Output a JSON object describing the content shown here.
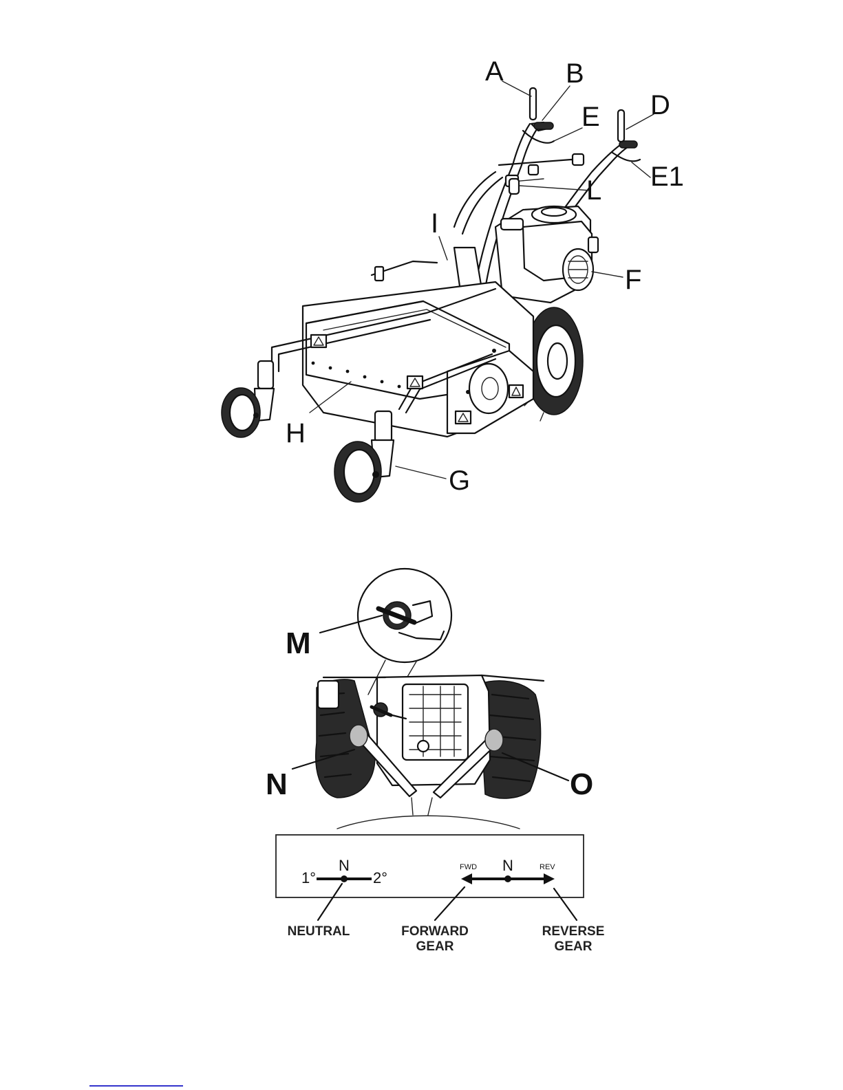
{
  "mower_figure": {
    "callouts": {
      "A": "A",
      "B": "B",
      "D": "D",
      "E": "E",
      "E1": "E1",
      "L": "L",
      "I": "I",
      "F": "F",
      "H": "H",
      "G": "G"
    }
  },
  "gearbox_figure": {
    "callouts": {
      "M": "M",
      "N": "N",
      "O": "O"
    }
  },
  "gear_diagram": {
    "left": {
      "first": "1°",
      "neutral": "N",
      "second": "2°",
      "caption": "NEUTRAL"
    },
    "right": {
      "fwd": "FWD",
      "neutral": "N",
      "rev": "REV",
      "forward_caption_line1": "FORWARD",
      "forward_caption_line2": "GEAR",
      "reverse_caption_line1": "REVERSE",
      "reverse_caption_line2": "GEAR"
    }
  },
  "icons": [
    "warning-triangle-icon"
  ]
}
